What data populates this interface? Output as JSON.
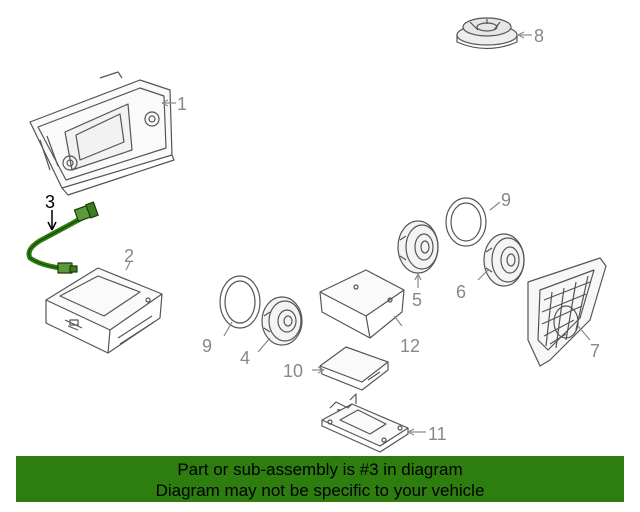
{
  "callouts": {
    "c1": "1",
    "c2": "2",
    "c3": "3",
    "c4": "4",
    "c5": "5",
    "c6": "6",
    "c7": "7",
    "c8": "8",
    "c9a": "9",
    "c9b": "9",
    "c10": "10",
    "c11": "11",
    "c12": "12"
  },
  "banner": {
    "line1": "Part or sub-assembly is #3 in diagram",
    "line2": "Diagram may not be specific to your vehicle"
  },
  "colors": {
    "banner_bg": "#2e7d0f",
    "highlight": "#2e7d0f",
    "line": "#555555",
    "callout_text": "#888888"
  }
}
